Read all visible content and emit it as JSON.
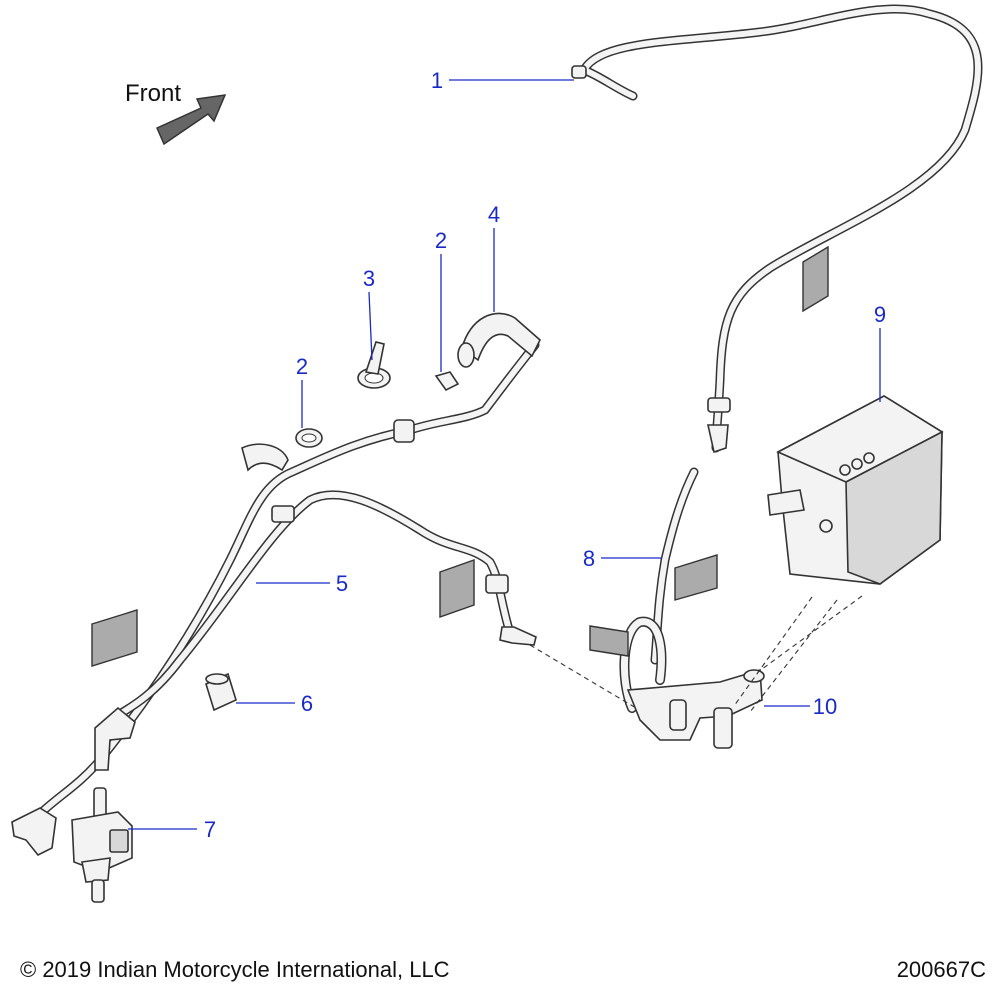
{
  "orientation_label": "Front",
  "callouts": [
    {
      "id": "callout-1",
      "number": "1"
    },
    {
      "id": "callout-2a",
      "number": "2"
    },
    {
      "id": "callout-2b",
      "number": "2"
    },
    {
      "id": "callout-3",
      "number": "3"
    },
    {
      "id": "callout-4",
      "number": "4"
    },
    {
      "id": "callout-5",
      "number": "5"
    },
    {
      "id": "callout-6",
      "number": "6"
    },
    {
      "id": "callout-7",
      "number": "7"
    },
    {
      "id": "callout-8",
      "number": "8"
    },
    {
      "id": "callout-9",
      "number": "9"
    },
    {
      "id": "callout-10",
      "number": "10"
    }
  ],
  "footer": {
    "copyright": "© 2019 Indian Motorcycle International, LLC",
    "drawing_number": "200667C"
  },
  "colors": {
    "callout": "#1a2ac8",
    "line_art": "#333333",
    "tag_fill": "#ababab",
    "arrow_fill": "#666666"
  }
}
